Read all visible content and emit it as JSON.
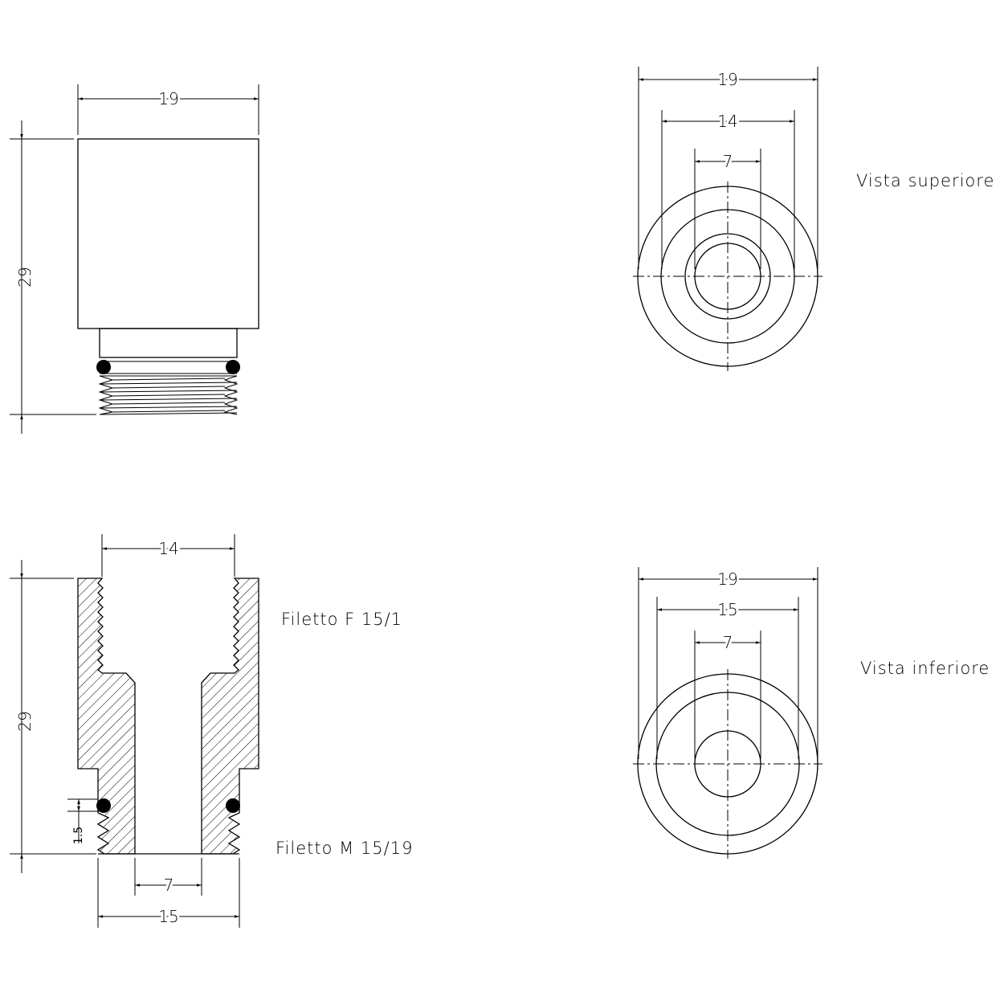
{
  "drawing": {
    "side_view": {
      "width_dim": "19",
      "height_dim": "29"
    },
    "section_view": {
      "top_dim": "14",
      "height_dim": "29",
      "oring_dim": "1.5",
      "bore_dim": "7",
      "bottom_dim": "15",
      "thread_top_label": "Filetto F 15/1",
      "thread_bottom_label": "Filetto M 15/19"
    },
    "top_view": {
      "title": "Vista superiore",
      "dims": [
        "19",
        "14",
        "7"
      ]
    },
    "bottom_view": {
      "title": "Vista inferiore",
      "dims": [
        "19",
        "15",
        "7"
      ]
    }
  }
}
